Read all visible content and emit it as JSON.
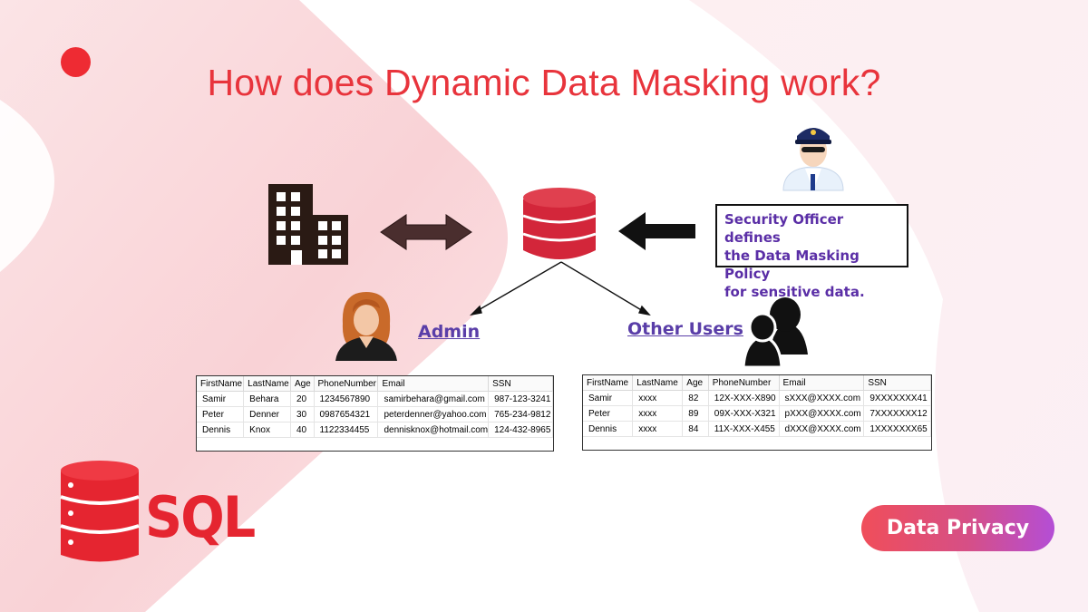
{
  "title": "How does Dynamic Data Masking work?",
  "policy_note": {
    "line1": "Security Officer defines",
    "line2": "the Data Masking Policy",
    "line3": "for sensitive data."
  },
  "roles": {
    "admin": "Admin",
    "other": "Other Users"
  },
  "columns": [
    "FirstName",
    "LastName",
    "Age",
    "PhoneNumber",
    "Email",
    "SSN"
  ],
  "admin_rows": [
    [
      "Samir",
      "Behara",
      "20",
      "1234567890",
      "samirbehara@gmail.com",
      "987-123-3241"
    ],
    [
      "Peter",
      "Denner",
      "30",
      "0987654321",
      "peterdenner@yahoo.com",
      "765-234-9812"
    ],
    [
      "Dennis",
      "Knox",
      "40",
      "1122334455",
      "dennisknox@hotmail.com",
      "124-432-8965"
    ]
  ],
  "masked_rows": [
    [
      "Samir",
      "xxxx",
      "82",
      "12X-XXX-X890",
      "sXXX@XXXX.com",
      "9XXXXXXX41"
    ],
    [
      "Peter",
      "xxxx",
      "89",
      "09X-XXX-X321",
      "pXXX@XXXX.com",
      "7XXXXXXX12"
    ],
    [
      "Dennis",
      "xxxx",
      "84",
      "11X-XXX-X455",
      "dXXX@XXXX.com",
      "1XXXXXXX65"
    ]
  ],
  "logo_text": "SQL",
  "badge": "Data Privacy",
  "colors": {
    "accent_red": "#e8343c",
    "db_red": "#d3263a",
    "purple_text": "#5a2ea6",
    "arrow_dark": "#4a2e2e"
  },
  "icons": [
    "building-icon",
    "database-icon",
    "security-officer-icon",
    "admin-woman-icon",
    "users-group-icon",
    "sql-database-icon"
  ]
}
